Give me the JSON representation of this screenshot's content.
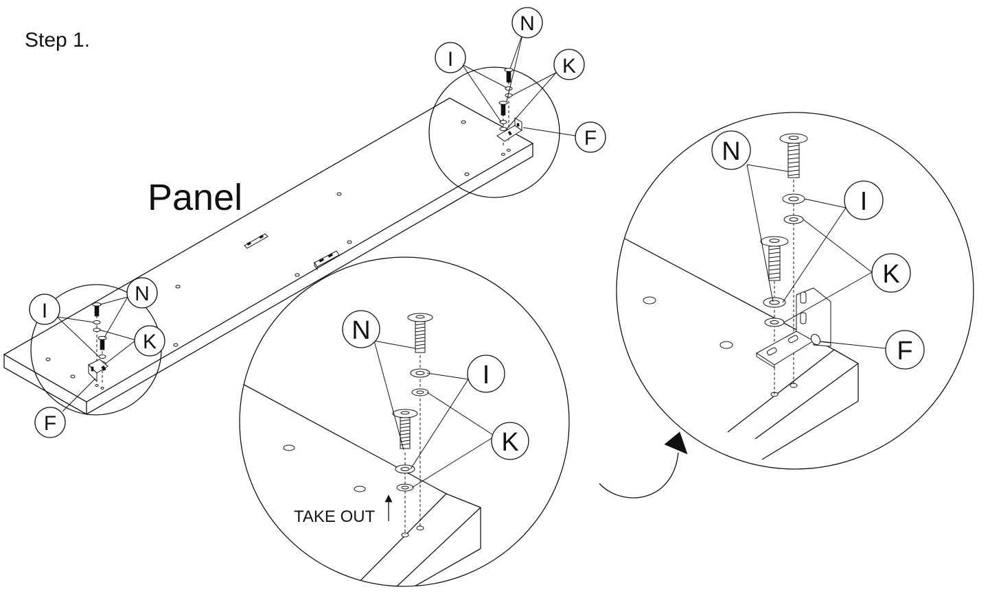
{
  "step_title": "Step 1.",
  "panel_label": "Panel",
  "take_out_label": "TAKE OUT",
  "part_labels": {
    "screw": "N",
    "washer_a": "I",
    "washer_b": "K",
    "bracket": "F"
  },
  "colors": {
    "ink": "#111111",
    "paper": "#ffffff"
  }
}
